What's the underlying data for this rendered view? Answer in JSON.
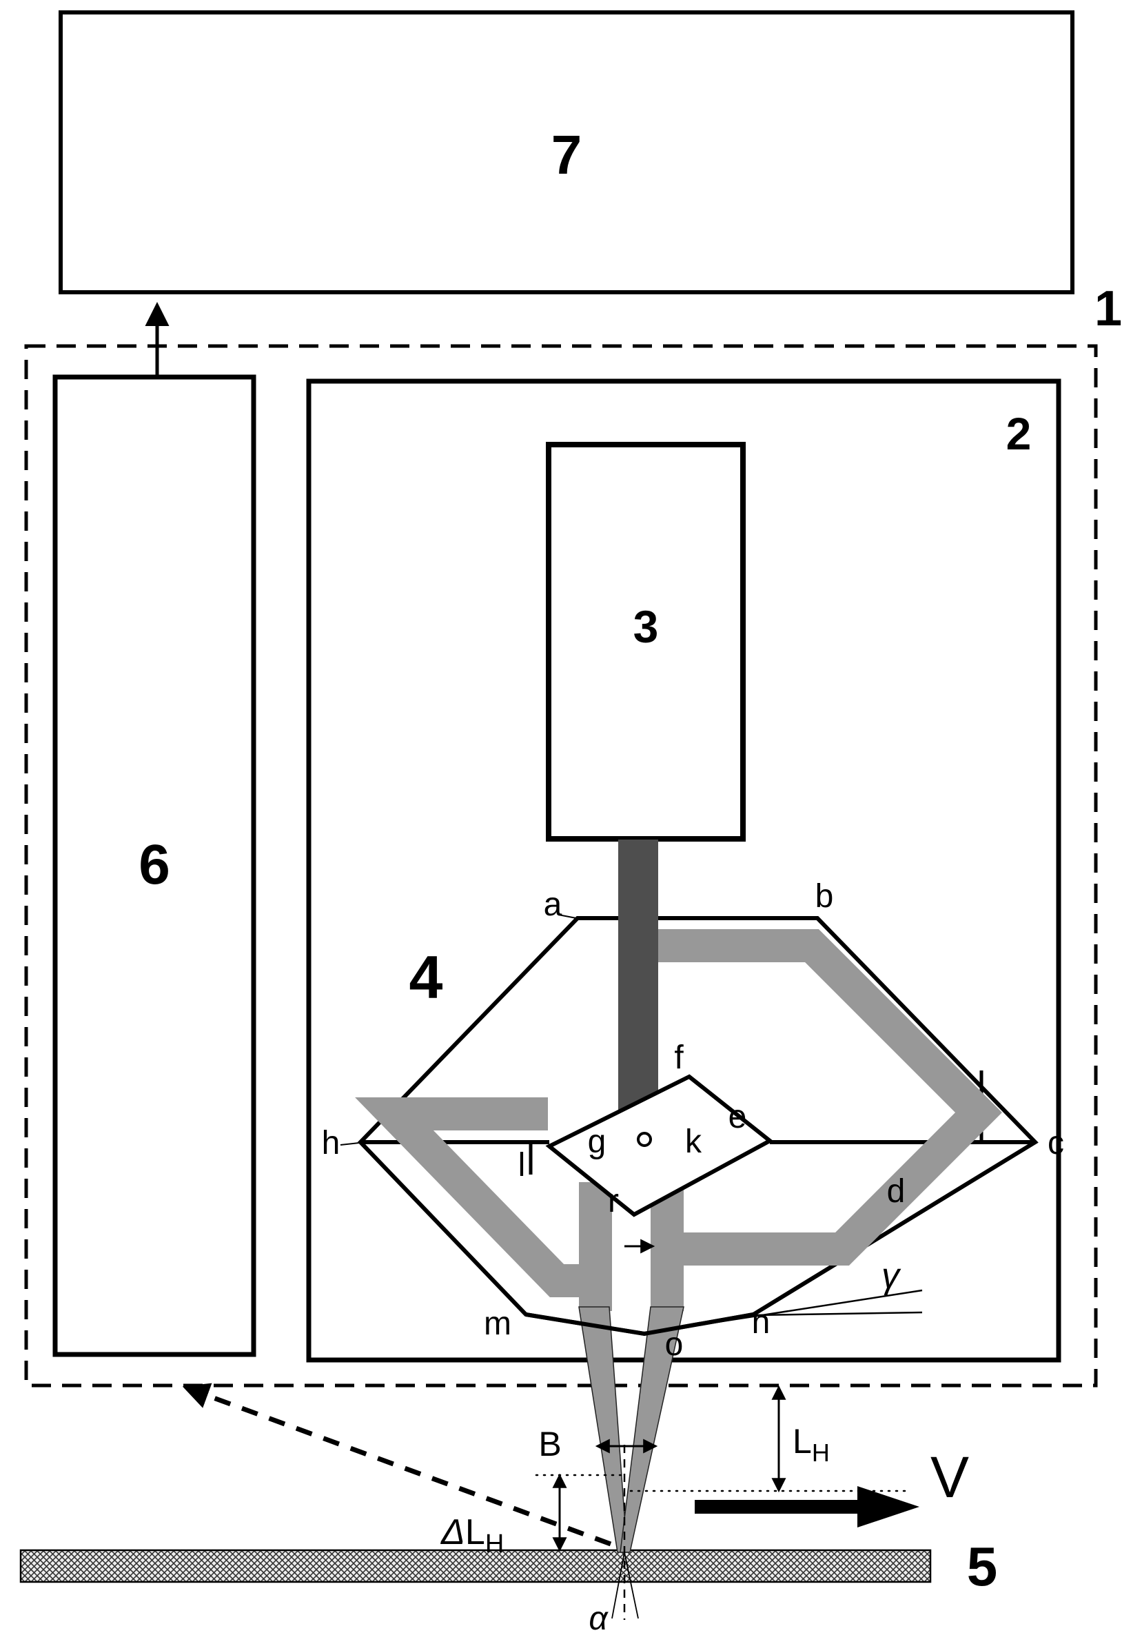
{
  "diagram": {
    "boxes": {
      "box7": "7",
      "box1": "1",
      "box2": "2",
      "box3": "3",
      "box4": "4",
      "box5": "5",
      "box6": "6"
    },
    "points": {
      "a": "a",
      "b": "b",
      "c": "c",
      "d": "d",
      "e": "e",
      "f": "f",
      "g": "g",
      "h": "h",
      "k": "k",
      "l": "l",
      "m": "m",
      "n": "n",
      "o": "o",
      "r": "r"
    },
    "dims": {
      "B": "B",
      "L_main": "L",
      "L_sub": "H",
      "dL_delta": "Δ",
      "dL_main": "L",
      "dL_sub": "H",
      "V": "V",
      "gamma": "γ",
      "alpha": "α"
    },
    "colors": {
      "beam": "#989898",
      "input_beam": "#4e4e4e",
      "line": "#000000",
      "surface_fill": "#ececec"
    }
  }
}
